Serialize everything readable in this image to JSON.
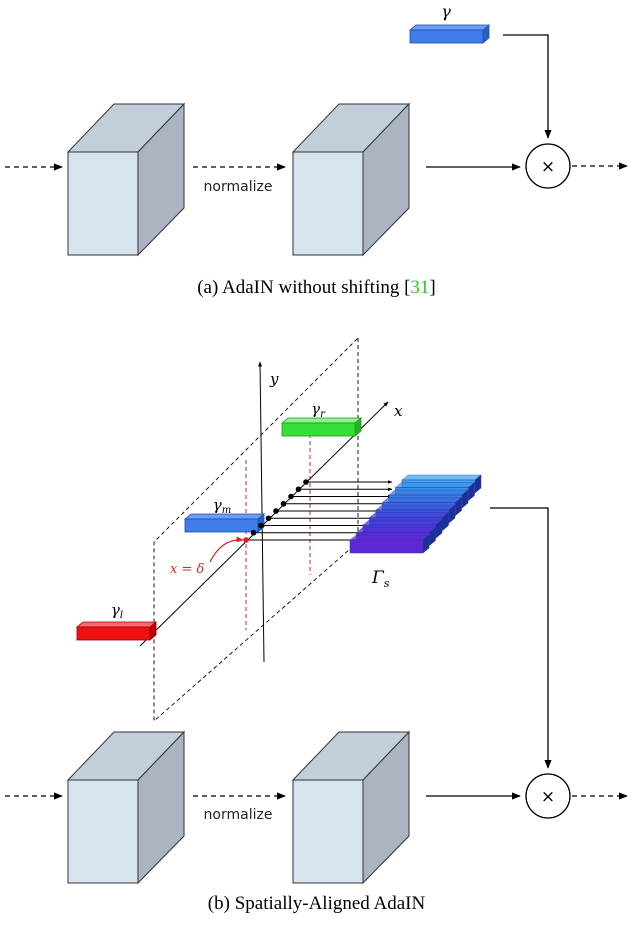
{
  "panel_a": {
    "gamma_label": "γ",
    "normalize_label": "normalize",
    "multiply_symbol": "×",
    "caption_text": "(a) AdaIN without shifting [",
    "caption_ref": "31",
    "caption_close": "]"
  },
  "panel_b": {
    "axis_y_label": "y",
    "axis_x_label": "x",
    "gamma_r_label": "γr",
    "gamma_m_label": "γm",
    "gamma_l_label": "γl",
    "delta_label": "x = δ",
    "Gamma_s_label": "Γs",
    "normalize_label": "normalize",
    "multiply_symbol": "×",
    "caption": "(b) Spatially-Aligned AdaIN"
  },
  "colors": {
    "cube_front": "#d6e4f0",
    "cube_top": "#c2cfdb",
    "cube_side": "#aab5c1",
    "gamma_blue": "#3f7ee8",
    "gamma_green": "#33e033",
    "gamma_red": "#ee1111",
    "delta_red": "#dd2222",
    "caption_ref_green": "#22cc22"
  }
}
